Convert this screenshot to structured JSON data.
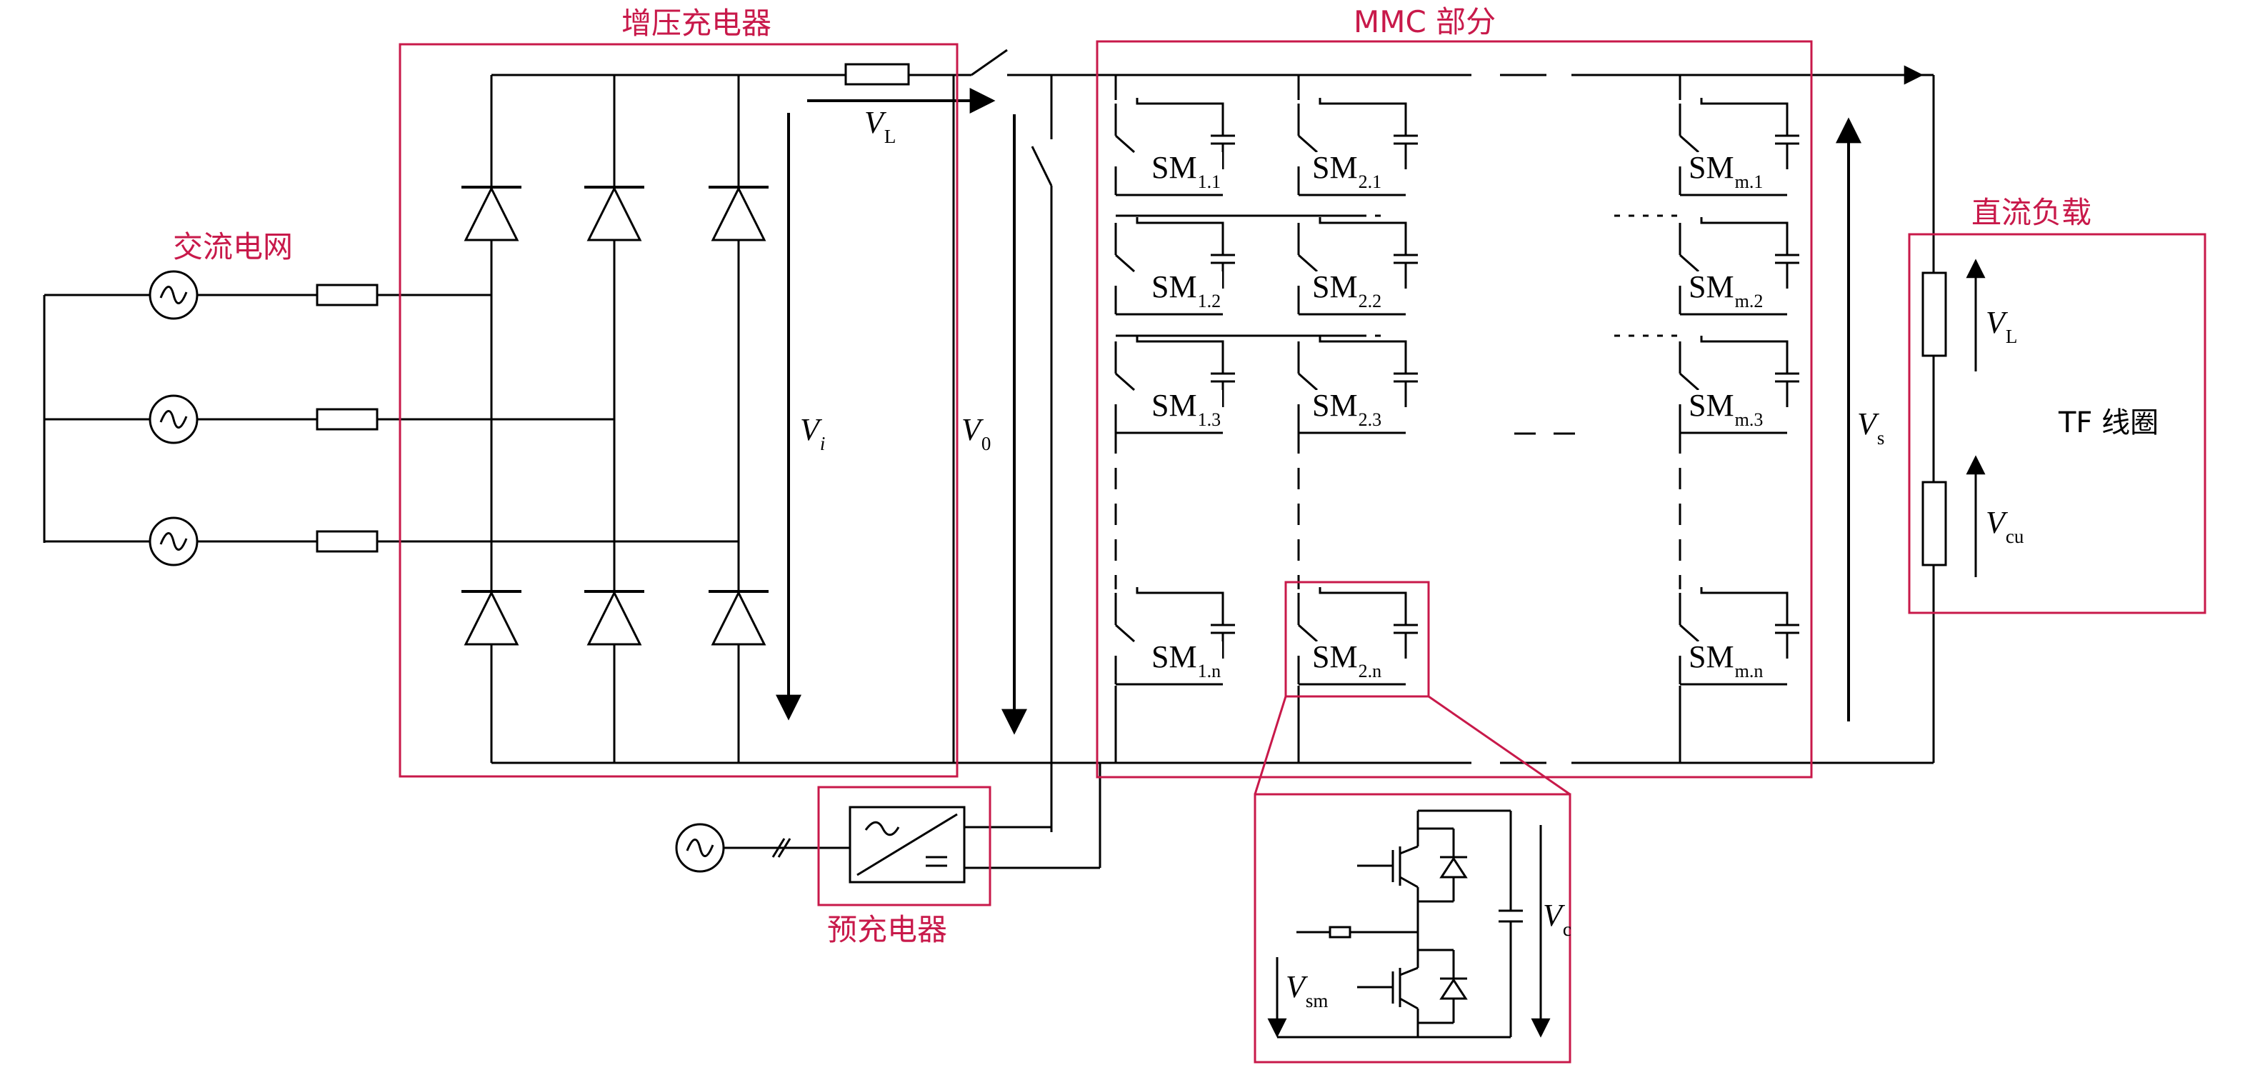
{
  "labels": {
    "boost_charger": "增压充电器",
    "mmc_part": "MMC 部分",
    "ac_grid": "交流电网",
    "dc_load": "直流负载",
    "pre_charger": "预充电器",
    "tf_coil": "TF 线圈"
  },
  "voltages": {
    "VL": {
      "main": "V",
      "sub": "L"
    },
    "Vi": {
      "main": "V",
      "sub": "i"
    },
    "V0": {
      "main": "V",
      "sub": "0"
    },
    "Vs": {
      "main": "V",
      "sub": "s"
    },
    "VL_load": {
      "main": "V",
      "sub": "L"
    },
    "Vcu": {
      "main": "V",
      "sub": "cu"
    },
    "Vc": {
      "main": "V",
      "sub": "c"
    },
    "Vsm": {
      "main": "V",
      "sub": "sm"
    }
  },
  "submodules": {
    "sm11": {
      "main": "SM",
      "sub": "1.1"
    },
    "sm12": {
      "main": "SM",
      "sub": "1.2"
    },
    "sm13": {
      "main": "SM",
      "sub": "1.3"
    },
    "sm1n": {
      "main": "SM",
      "sub": "1.n"
    },
    "sm21": {
      "main": "SM",
      "sub": "2.1"
    },
    "sm22": {
      "main": "SM",
      "sub": "2.2"
    },
    "sm23": {
      "main": "SM",
      "sub": "2.3"
    },
    "sm2n": {
      "main": "SM",
      "sub": "2.n"
    },
    "smm1": {
      "main": "SM",
      "sub": "m.1"
    },
    "smm2": {
      "main": "SM",
      "sub": "m.2"
    },
    "smm3": {
      "main": "SM",
      "sub": "m.3"
    },
    "smmn": {
      "main": "SM",
      "sub": "m.n"
    }
  },
  "colors": {
    "box": "#c8194a",
    "wire": "#000000",
    "background": "#ffffff"
  }
}
